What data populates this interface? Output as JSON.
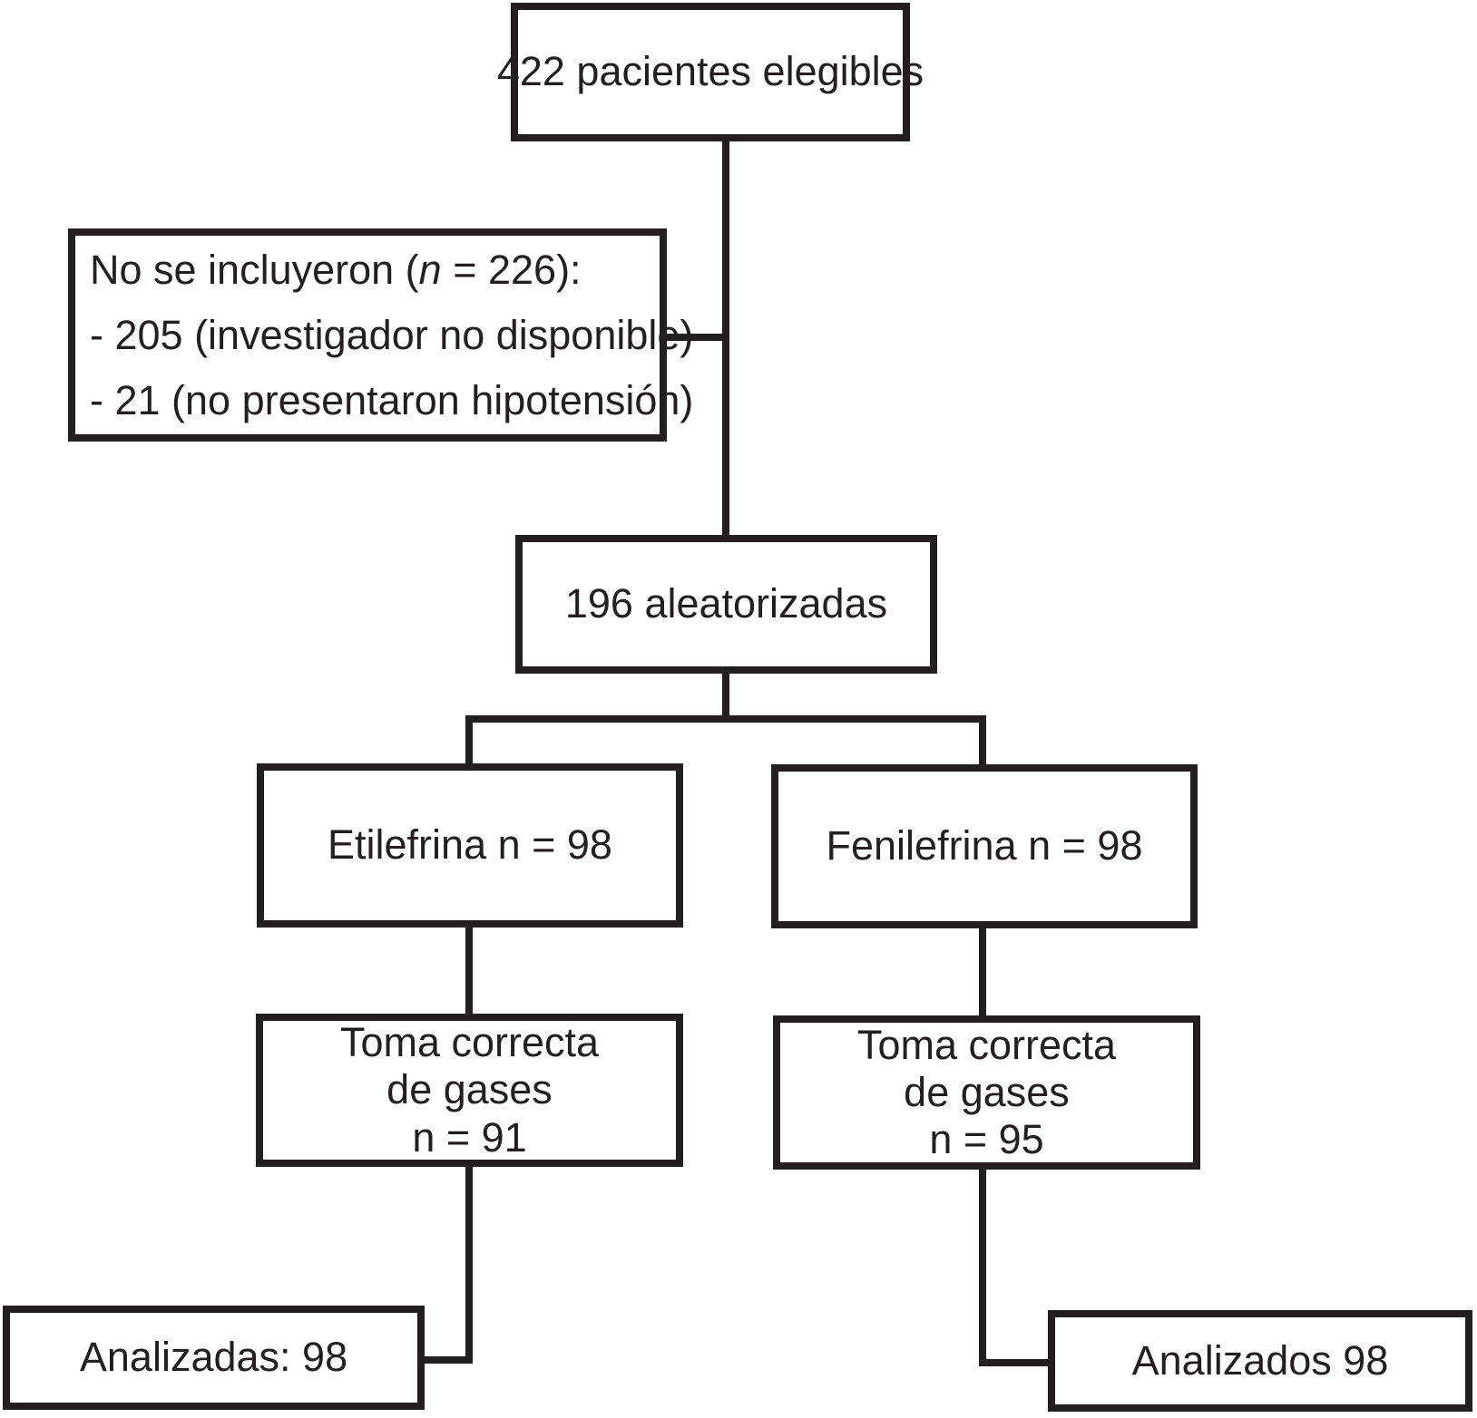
{
  "colors": {
    "ink": "#231f20",
    "background": "#ffffff"
  },
  "nodes": {
    "eligible": {
      "label": "422 pacientes elegibles"
    },
    "excluded": {
      "title_prefix": "No se incluyeron (",
      "title_n": "n",
      "title_suffix": " = 226):",
      "items": [
        "- 205 (investigador no disponible)",
        "- 21 (no presentaron hipotensión)"
      ]
    },
    "randomized": {
      "label": "196 aleatorizadas"
    },
    "arm_left": {
      "label": "Etilefrina n = 98"
    },
    "arm_right": {
      "label": "Fenilefrina n = 98"
    },
    "gases_left": {
      "lines": [
        "Toma correcta",
        "de gases",
        "n = 91"
      ]
    },
    "gases_right": {
      "lines": [
        "Toma correcta",
        "de gases",
        "n = 95"
      ]
    },
    "analyzed_left": {
      "label": "Analizadas: 98"
    },
    "analyzed_right": {
      "label": "Analizados 98"
    }
  }
}
